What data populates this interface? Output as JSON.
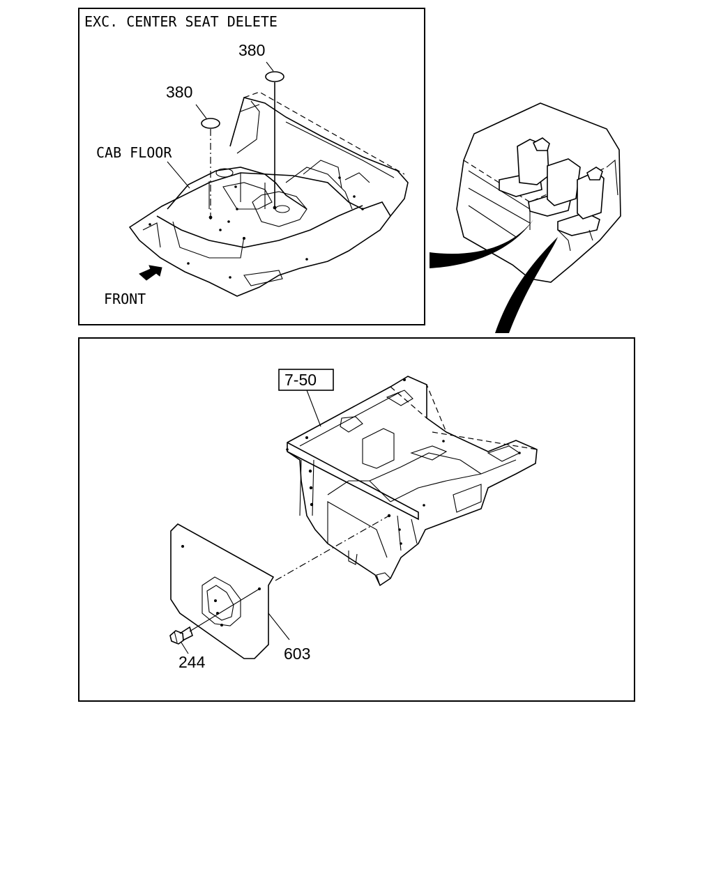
{
  "top_panel": {
    "title": "EXC. CENTER SEAT DELETE",
    "labels": {
      "cab_floor": "CAB FLOOR",
      "front": "FRONT",
      "part_380_a": "380",
      "part_380_b": "380"
    }
  },
  "bottom_panel": {
    "labels": {
      "ref_box": "7-50",
      "part_603": "603",
      "part_244": "244"
    }
  }
}
